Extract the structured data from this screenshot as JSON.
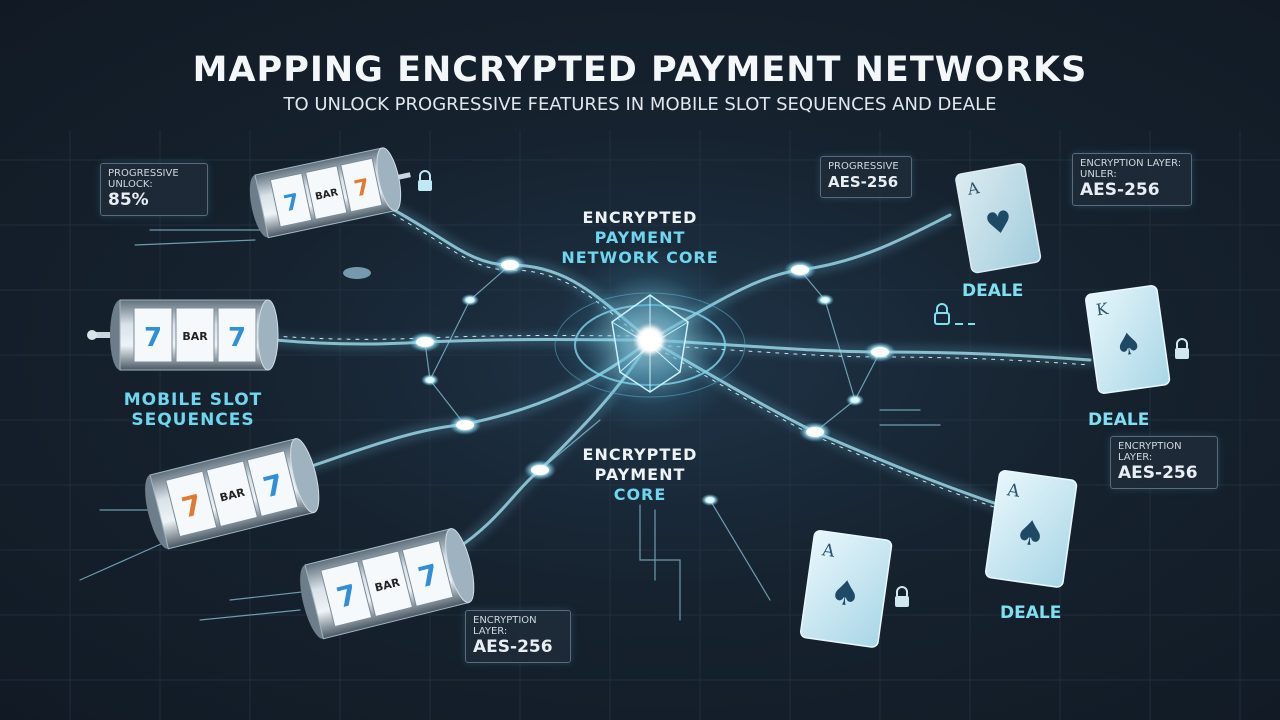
{
  "header": {
    "title": "MAPPING ENCRYPTED PAYMENT NETWORKS",
    "subtitle": "TO UNLOCK PROGRESSIVE FEATURES IN MOBILE SLOT SEQUENCES AND DEALE"
  },
  "labels": {
    "core_top": [
      "ENCRYPTED",
      "PAYMENT",
      "NETWORK CORE"
    ],
    "core_bottom": [
      "ENCRYPTED",
      "PAYMENT",
      "CORE"
    ],
    "slots": [
      "MOBILE SLOT",
      "SEQUENCES"
    ],
    "deale": [
      "DEALE",
      "DEALE",
      "DEALE"
    ]
  },
  "info_boxes": {
    "progressive_left": {
      "caption": [
        "PROGRESSIVE",
        "UNLOCK:"
      ],
      "value": "85%"
    },
    "progressive_right": {
      "caption": [
        "PROGRESSIVE"
      ],
      "value": "AES-256"
    },
    "encryption_top_right": {
      "caption": [
        "ENCRYPTION LAYER:",
        "UNLER:"
      ],
      "value": "AES-256"
    },
    "encryption_mid_right": {
      "caption": [
        "ENCRYPTION",
        "LAYER:"
      ],
      "value": "AES-256"
    },
    "encryption_bottom": {
      "caption": [
        "ENCRYPTION",
        "LAYER:"
      ],
      "value": "AES-256"
    }
  },
  "slot_reels": [
    {
      "symbols": [
        "7",
        "BAR",
        "7"
      ]
    },
    {
      "symbols": [
        "7",
        "BAR",
        "7"
      ]
    },
    {
      "symbols": [
        "7",
        "BAR",
        "7"
      ]
    },
    {
      "symbols": [
        "7",
        "BAR",
        "7"
      ]
    }
  ],
  "cards": [
    {
      "rank": "A",
      "suit": "♥"
    },
    {
      "rank": "K",
      "suit": "♠"
    },
    {
      "rank": "A",
      "suit": "♠"
    },
    {
      "rank": "A",
      "suit": "♠"
    }
  ],
  "colors": {
    "background": "#16222f",
    "accent": "#6fd6ef",
    "glow": "#bff4ff",
    "stream": "#8fdcf2"
  }
}
